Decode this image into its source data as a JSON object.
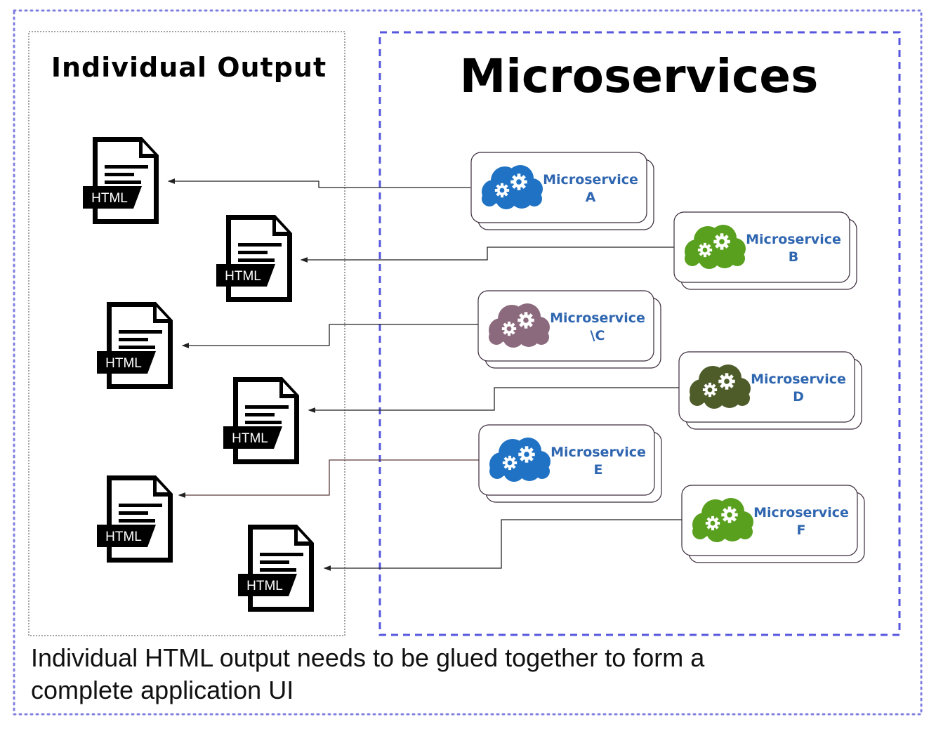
{
  "diagram": {
    "left_panel_title": "Individual Output",
    "right_panel_title": "Microservices",
    "caption_line_1": "Individual HTML output needs to be glued together to form a",
    "caption_line_2": "complete application UI",
    "html_badge_label": "HTML",
    "services": [
      {
        "line1": "Microservice",
        "line2": "A",
        "color": "#2072c4"
      },
      {
        "line1": "Microservice",
        "line2": "B",
        "color": "#58a01e"
      },
      {
        "line1": "Microservice",
        "line2": "\\C",
        "color": "#8c6a7e"
      },
      {
        "line1": "Microservice",
        "line2": "D",
        "color": "#4e5c2a"
      },
      {
        "line1": "Microservice",
        "line2": "E",
        "color": "#2072c4"
      },
      {
        "line1": "Microservice",
        "line2": "F",
        "color": "#58a01e"
      }
    ],
    "colors": {
      "outer_border": "#7f7fe0",
      "right_panel_border": "#5656de",
      "label_text": "#2f66b0",
      "connector_dark": "#222222",
      "connector_brown": "#5a3a3a"
    }
  }
}
